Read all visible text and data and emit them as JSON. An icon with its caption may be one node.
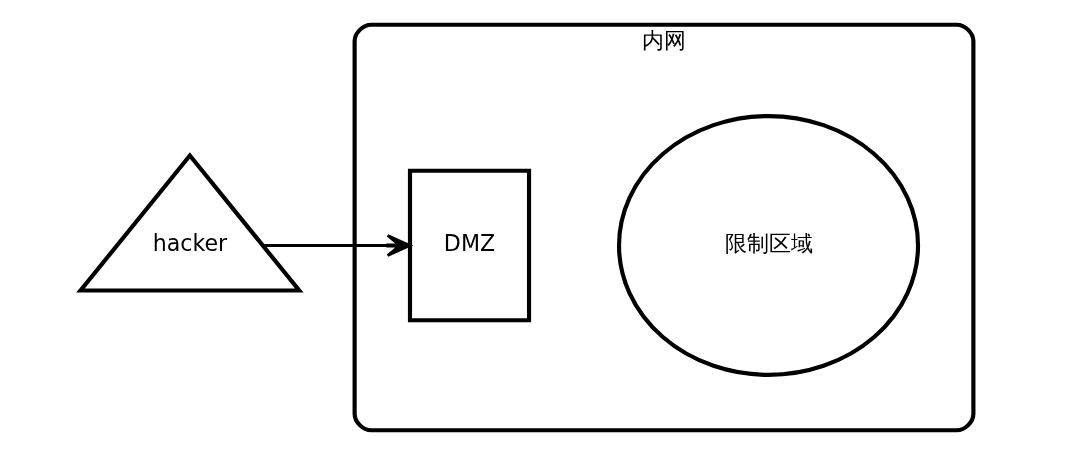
{
  "diagram": {
    "nodes": [
      {
        "text": [
          "hacker"
        ]
      },
      {
        "text": [
          "内网"
        ]
      },
      {
        "text": [
          "DMZ"
        ],
        "in": 1
      },
      {
        "text": [
          "限制区域"
        ],
        "in": 1
      }
    ],
    "edges": [
      {
        "from": 0,
        "to": 2,
        "arrow": "to"
      }
    ]
  }
}
